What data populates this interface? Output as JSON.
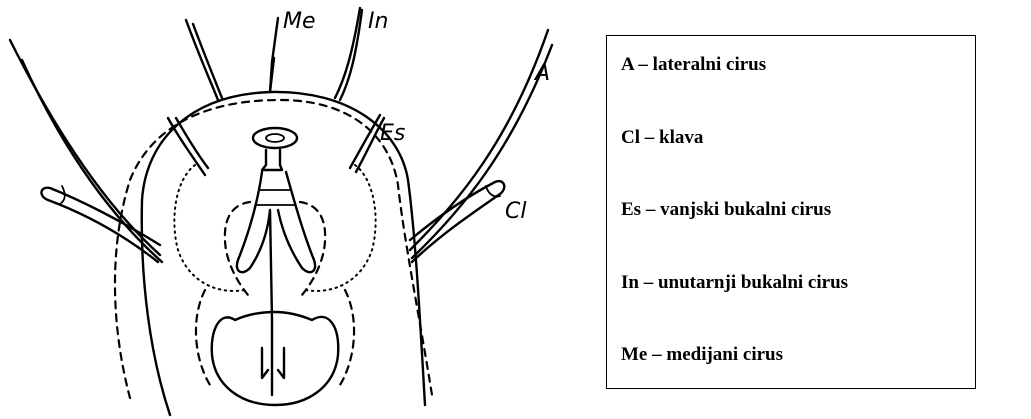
{
  "figure": {
    "labels": {
      "me": "Me",
      "in": "In",
      "a": "A",
      "es": "Es",
      "cl": "Cl"
    }
  },
  "legend": {
    "items": [
      "A – lateralni cirus",
      "Cl – klava",
      "Es – vanjski bukalni cirus",
      "In – unutarnji bukalni cirus",
      "Me – medijani cirus"
    ]
  }
}
